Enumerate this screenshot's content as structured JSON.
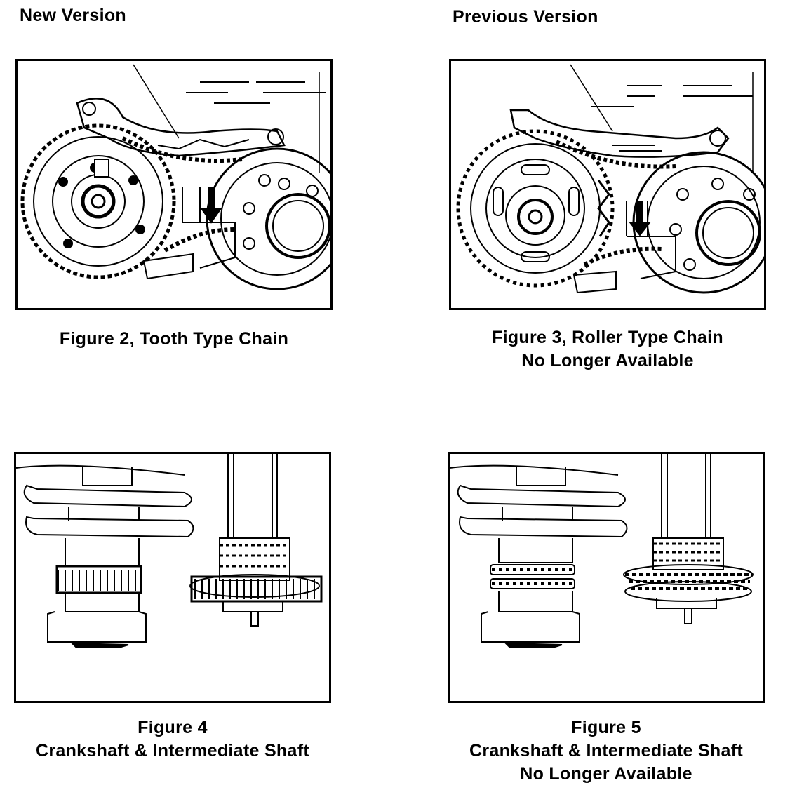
{
  "headings": {
    "new": "New Version",
    "previous": "Previous Version"
  },
  "figures": [
    {
      "id": "fig2",
      "lines": [
        "Figure 2, Tooth Type Chain"
      ]
    },
    {
      "id": "fig3",
      "lines": [
        "Figure 3, Roller Type Chain",
        "No Longer Available"
      ]
    },
    {
      "id": "fig4",
      "lines": [
        "Figure 4",
        "Crankshaft & Intermediate Shaft"
      ]
    },
    {
      "id": "fig5",
      "lines": [
        "Figure 5",
        "Crankshaft & Intermediate Shaft",
        "No Longer Available"
      ]
    }
  ]
}
